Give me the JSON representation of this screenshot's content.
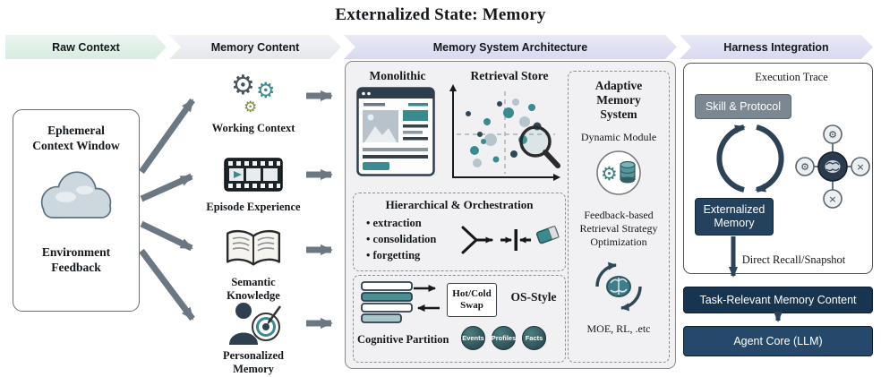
{
  "title": "Externalized State: Memory",
  "banner": {
    "steps": [
      {
        "label": "Raw Context"
      },
      {
        "label": "Memory Content"
      },
      {
        "label": "Memory System Architecture"
      },
      {
        "label": "Harness Integration"
      }
    ]
  },
  "raw_context": {
    "ephemeral": "Ephemeral Context Window",
    "environment": "Environment Feedback"
  },
  "memory_content": {
    "items": [
      {
        "label": "Working Context",
        "icon": "gears-icon"
      },
      {
        "label": "Episode Experience",
        "icon": "film-strip-icon"
      },
      {
        "label": "Semantic Knowledge",
        "icon": "open-book-icon"
      },
      {
        "label": "Personalized Memory",
        "icon": "person-target-icon"
      }
    ]
  },
  "architecture": {
    "monolithic": "Monolithic",
    "retrieval_store": "Retrieval Store",
    "hierarchical": {
      "title": "Hierarchical & Orchestration",
      "bullets": [
        "extraction",
        "consolidation",
        "forgetting"
      ]
    },
    "os": {
      "swap": "Hot/Cold Swap",
      "label": "OS-Style",
      "partition": "Cognitive Partition",
      "badges": [
        "Events",
        "Profiles",
        "Facts"
      ]
    },
    "adaptive": {
      "title": "Adaptive Memory System",
      "dynamic": "Dynamic Module",
      "feedback": "Feedback-based Retrieval Strategy Optimization",
      "methods": "MOE, RL, .etc"
    }
  },
  "harness": {
    "execution_trace": "Execution Trace",
    "skill_protocol": "Skill & Protocol",
    "externalized_memory": "Externalized Memory",
    "direct_recall": "Direct Recall/Snapshot",
    "task_relevant": "Task-Relevant Memory Content",
    "agent_core": "Agent Core (LLM)"
  },
  "colors": {
    "navy": "#24415e",
    "teal": "#3a8a8f",
    "arrow_gray": "#6b7884",
    "slate": "#2f4858"
  }
}
